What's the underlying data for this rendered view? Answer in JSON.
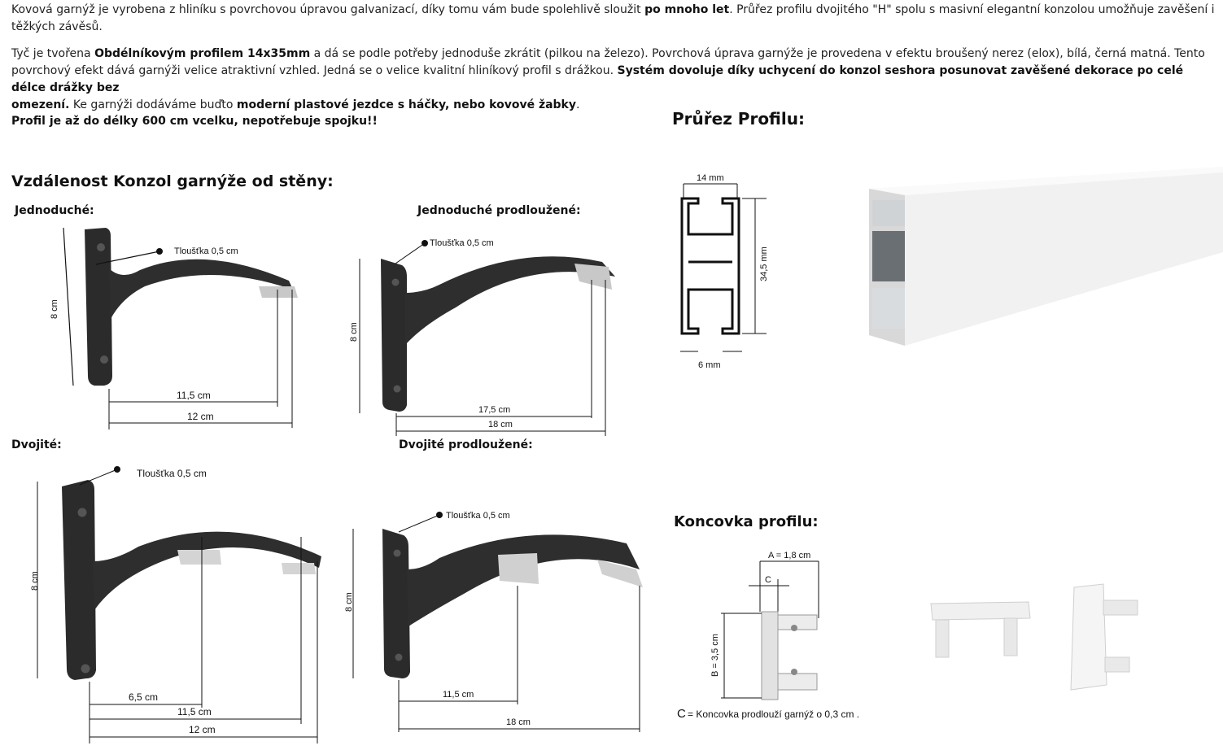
{
  "intro": {
    "p1_a": "Kovová garnýž je vyrobena z hliníku s povrchovou úpravou galvanizací, díky tomu vám bude spolehlivě sloužit ",
    "p1_b": "po mnoho let",
    "p1_c": ". Průřez profilu dvojitého \"H\" spolu s masivní elegantní konzolou umožňuje zavěšení i",
    "p1_d": "těžkých závěsů.",
    "p2_a": " Tyč je tvořena ",
    "p2_b": "Obdélníkovým profilem 14x35mm",
    "p2_c": " a dá se podle potřeby jednoduše zkrátit (pilkou na železo). Povrchová úprava garnýže je provedena v efektu broušený nerez (elox), bílá, černá matná. Tento",
    "p2_d": "povrchový efekt dává garnýži velice atraktivní vzhled. Jedná se o velice kvalitní hliníkový profil s drážkou. ",
    "p2_e": "Systém dovoluje díky uchycení do konzol seshora posunovat zavěšené dekorace po celé délce drážky bez",
    "p2_f": "omezení.",
    "p2_g": " Ke garnýži dodáváme buďto ",
    "p2_h": "moderní plastové jezdce s háčky, nebo kovové žabky",
    "p2_i": ".",
    "p3": "Profil je až do délky 600 cm vcelku, nepotřebuje spojku!!"
  },
  "headings": {
    "distance": "Vzdálenost Konzol garnýže od stěny:",
    "profile": "Průřez Profilu:",
    "endcap": "Koncovka profilu:"
  },
  "brackets": {
    "single": {
      "label": "Jednoduché:",
      "thickness": "Tloušťka 0,5 cm",
      "height": "8 cm",
      "d1": "11,5 cm",
      "d2": "12 cm"
    },
    "single_ext": {
      "label": "Jednoduché prodloužené:",
      "thickness": "Tloušťka 0,5 cm",
      "height": "8 cm",
      "d1": "17,5 cm",
      "d2": "18 cm"
    },
    "double": {
      "label": "Dvojité:",
      "thickness": "Tloušťka 0,5 cm",
      "height": "8 cm",
      "d0": "6,5 cm",
      "d1": "11,5 cm",
      "d2": "12 cm"
    },
    "double_ext": {
      "label": "Dvojité prodloužené:",
      "thickness": "Tloušťka 0,5 cm",
      "height": "8 cm",
      "d1": "11,5 cm",
      "d2": "18 cm"
    }
  },
  "profile": {
    "width": "14 mm",
    "height": "34,5 mm",
    "gap": "6 mm"
  },
  "endcap": {
    "a": "A = 1,8 cm",
    "c": "C",
    "b": "B = 3,5 cm",
    "note_c": "C",
    "note": " = Koncovka prodlouží garnýž o 0,3 cm ."
  },
  "colors": {
    "bracket": "#2a2a2a",
    "profile_white": "#f4f4f4"
  }
}
